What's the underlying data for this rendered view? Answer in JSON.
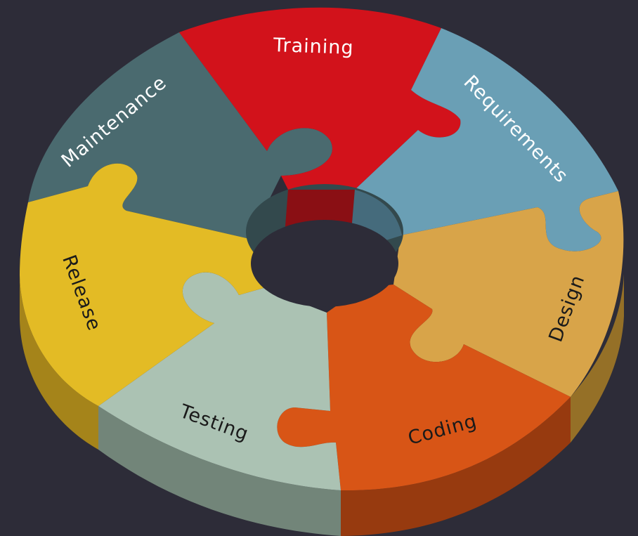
{
  "diagram": {
    "background": "#2d2c38",
    "segments": [
      {
        "key": "training",
        "label": "Training",
        "top": "#d2121b",
        "side": "#8a0f14",
        "text": "#ffffff"
      },
      {
        "key": "requirements",
        "label": "Requirements",
        "top": "#6a9fb5",
        "side": "#456b7c",
        "text": "#ffffff"
      },
      {
        "key": "design",
        "label": "Design",
        "top": "#d8a449",
        "side": "#957027",
        "text": "#1a1a1a"
      },
      {
        "key": "coding",
        "label": "Coding",
        "top": "#d85516",
        "side": "#973a0f",
        "text": "#1a1a1a"
      },
      {
        "key": "testing",
        "label": "Testing",
        "top": "#abc2b3",
        "side": "#728579",
        "text": "#1a1a1a"
      },
      {
        "key": "release",
        "label": "Release",
        "top": "#e3bb25",
        "side": "#a5841a",
        "text": "#1a1a1a"
      },
      {
        "key": "maintenance",
        "label": "Maintenance",
        "top": "#4a6a6f",
        "side": "#33494d",
        "text": "#ffffff"
      }
    ]
  }
}
